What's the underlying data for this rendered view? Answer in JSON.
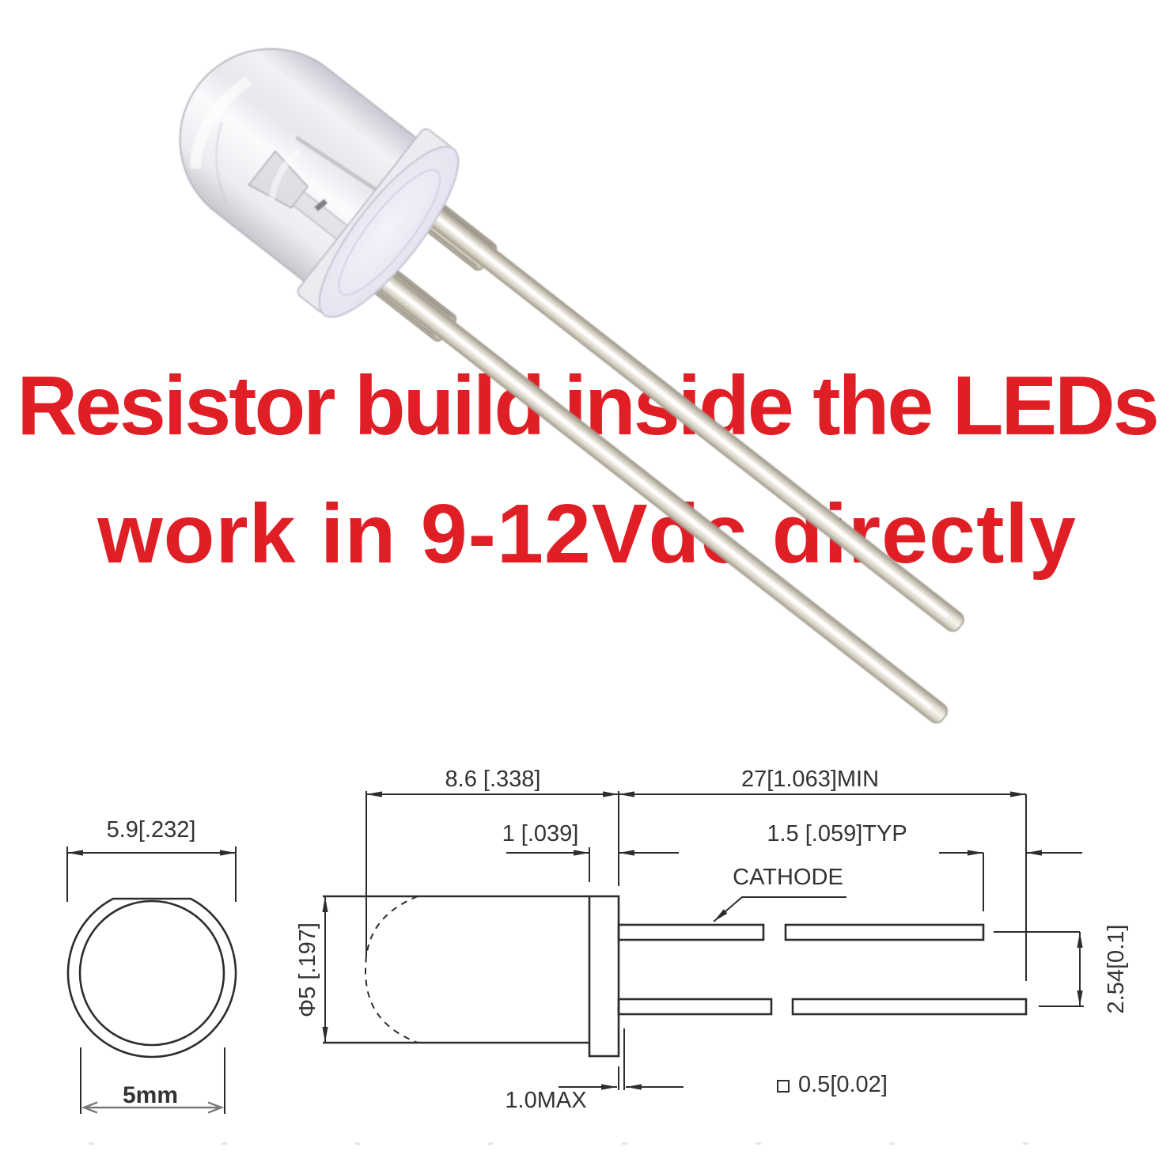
{
  "overlay_text": {
    "line1": "Resistor build inside the LEDs",
    "line2": "work in 9-12Vdc directly"
  },
  "drawing": {
    "top_view": {
      "flange_diameter": "5.9[.232]",
      "body_diameter": "5mm"
    },
    "side_view": {
      "body_length": "8.6 [.338]",
      "flange_thickness": "1 [.039]",
      "lead_length_min": "27[1.063]MIN",
      "lead_tip_offset": "1.5 [.059]TYP",
      "cathode_label": "CATHODE",
      "body_diameter": "Φ5 [.197]",
      "lead_pitch": "2.54[0.1]",
      "epoxy_standoff": "1.0MAX",
      "lead_cross_section": "0.5[0.02]"
    }
  },
  "colors": {
    "accent_red": "#e01e26",
    "drawing_line": "#2d2d2d",
    "drawing_text": "#333333"
  }
}
